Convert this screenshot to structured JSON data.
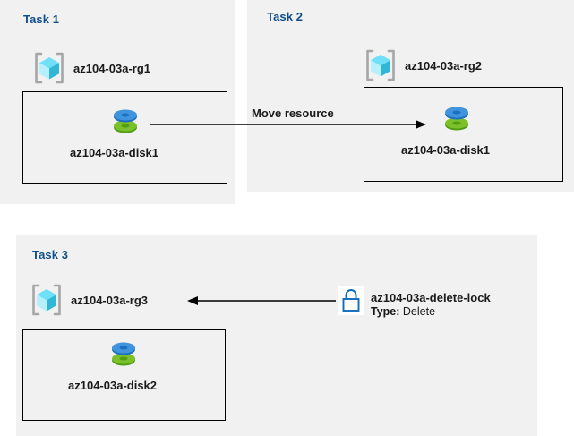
{
  "diagram": {
    "title": "Azure resource group tasks diagram",
    "background": "#ffffff",
    "panel_color": "#f1f1f1",
    "heading_color": "#0e4e8a",
    "accent_disk_blue": "#3b8fd6",
    "accent_disk_green": "#6fbe2f",
    "accent_cube_cyan": "#50e6ff",
    "lock_blue": "#0f6cbd"
  },
  "tasks": [
    {
      "id": "task1",
      "heading": "Task 1",
      "resource_group": {
        "label": "az104-03a-rg1",
        "icon": "resource-group-icon"
      },
      "resources": [
        {
          "label": "az104-03a-disk1",
          "icon": "managed-disk-icon"
        }
      ]
    },
    {
      "id": "task2",
      "heading": "Task 2",
      "resource_group": {
        "label": "az104-03a-rg2",
        "icon": "resource-group-icon"
      },
      "resources": [
        {
          "label": "az104-03a-disk1",
          "icon": "managed-disk-icon"
        }
      ]
    },
    {
      "id": "task3",
      "heading": "Task 3",
      "resource_group": {
        "label": "az104-03a-rg3",
        "icon": "resource-group-icon"
      },
      "resources": [
        {
          "label": "az104-03a-disk2",
          "icon": "managed-disk-icon"
        }
      ],
      "lock": {
        "icon": "lock-icon",
        "label": "az104-03a-delete-lock",
        "type_key": "Type:",
        "type_value": "Delete"
      }
    }
  ],
  "connectors": [
    {
      "id": "move-resource",
      "label": "Move resource",
      "from": "task1.disk1",
      "to": "task2.disk1",
      "direction": "right"
    },
    {
      "id": "lock-applies-to-rg3",
      "label": "",
      "from": "task3.delete-lock",
      "to": "task3.rg3",
      "direction": "left"
    }
  ]
}
